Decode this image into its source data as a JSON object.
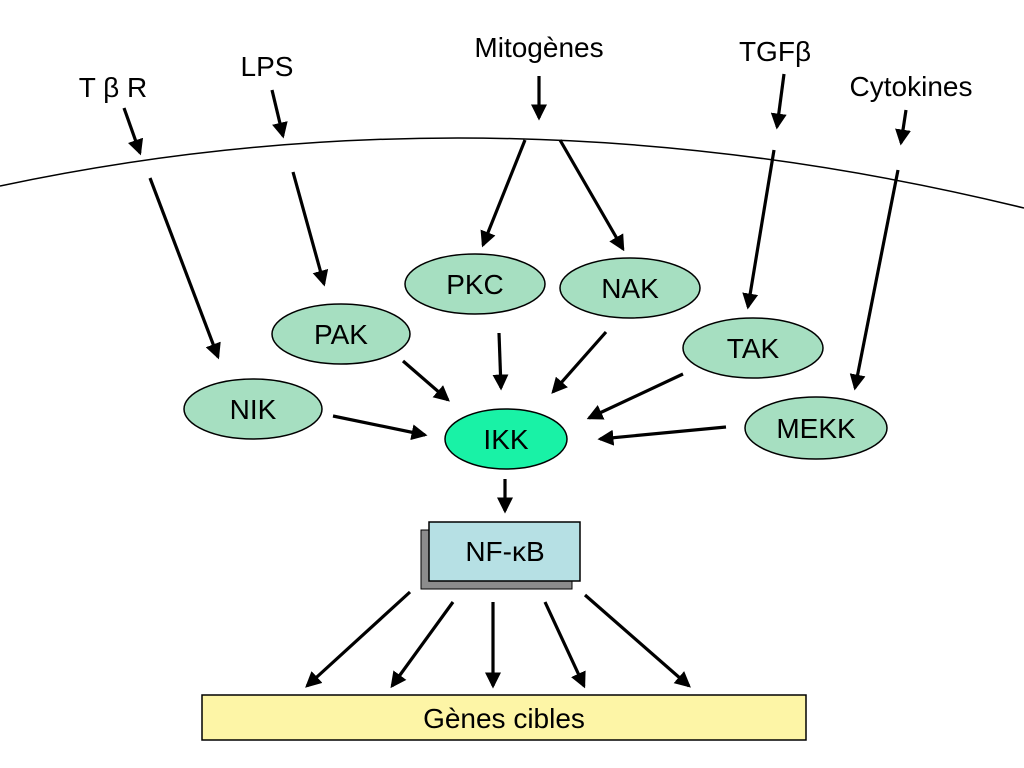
{
  "colors": {
    "kinase_fill": "#a6dfc1",
    "ikk_fill": "#19f2a6",
    "nfkb_fill": "#b6e0e4",
    "nfkb_shadow": "#8c8c8c",
    "target_fill": "#fdf5a6",
    "stroke": "#000000"
  },
  "signals": {
    "tbr": "T β R",
    "lps": "LPS",
    "mitogenes": "Mitogènes",
    "tgfb": "TGFβ",
    "cytokines": "Cytokines"
  },
  "kinases": {
    "nik": "NIK",
    "pak": "PAK",
    "pkc": "PKC",
    "nak": "NAK",
    "tak": "TAK",
    "mekk": "MEKK",
    "ikk": "IKK"
  },
  "nfkb": "NF-κB",
  "target_genes": "Gènes cibles"
}
